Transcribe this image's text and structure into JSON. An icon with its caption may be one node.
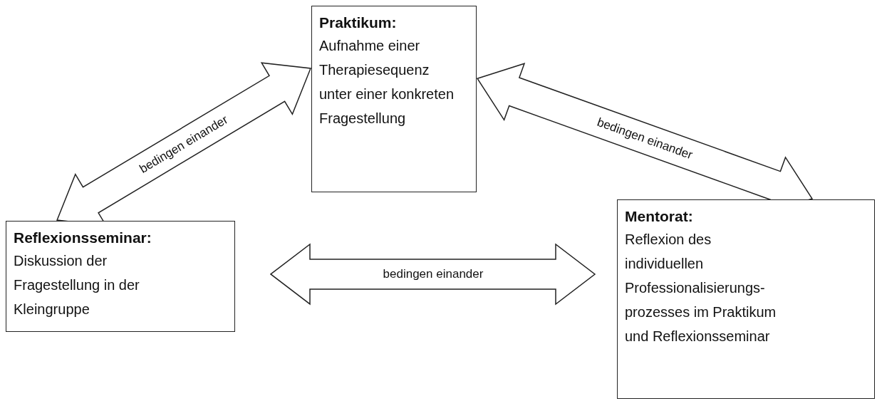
{
  "diagram": {
    "nodes": [
      {
        "text": [
          "Praktikum:",
          "Aufnahme einer Therapiesequenz unter einer konkreten Fragestellung"
        ]
      },
      {
        "text": [
          "Reflexionsseminar:",
          "Diskussion der Fragestellung in der Kleingruppe"
        ]
      },
      {
        "text": [
          "Mentorat:",
          "Reflexion des individuellen Professionalisierungs- prozesses im Praktikum und Reflexionsseminar"
        ]
      }
    ],
    "edges": [
      {
        "from": 1,
        "to": 0,
        "arrow": "both",
        "label": "bedingen einander"
      },
      {
        "from": 0,
        "to": 2,
        "arrow": "both",
        "label": "bedingen einander"
      },
      {
        "from": 1,
        "to": 2,
        "arrow": "both",
        "label": "bedingen einander"
      }
    ]
  }
}
